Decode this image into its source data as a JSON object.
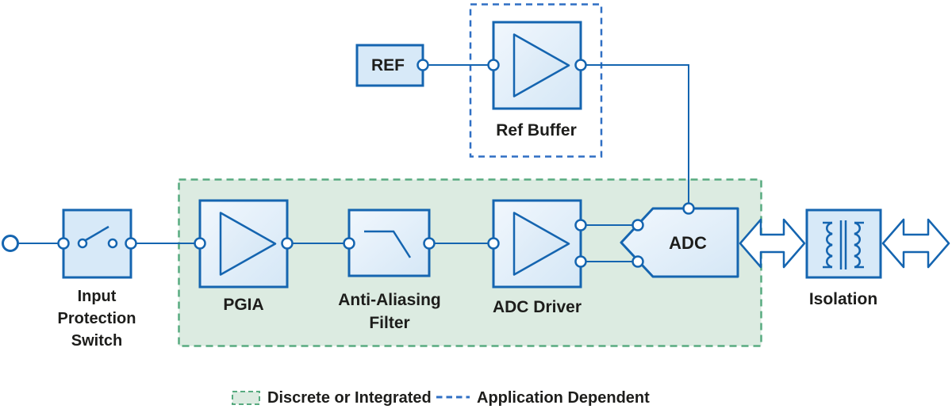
{
  "diagram": {
    "blocks": {
      "ref": "REF",
      "ref_buffer": "Ref Buffer",
      "input_protection_switch": "Input Protection Switch",
      "pgia": "PGIA",
      "anti_aliasing_filter": "Anti-Aliasing Filter",
      "adc_driver": "ADC Driver",
      "adc": "ADC",
      "isolation": "Isolation"
    },
    "legend": [
      {
        "label": "Discrete or Integrated",
        "style": "green-dashed-region"
      },
      {
        "label": "Application Dependent",
        "style": "blue-dashed-outline"
      }
    ],
    "colors": {
      "stroke_blue": "#1565b0",
      "dashed_blue": "#2f6fc4",
      "fill_light_blue": "#d7e9f8",
      "green_fill": "#dcebe1",
      "green_stroke": "#58ab80",
      "text": "#1d1d1b"
    }
  }
}
